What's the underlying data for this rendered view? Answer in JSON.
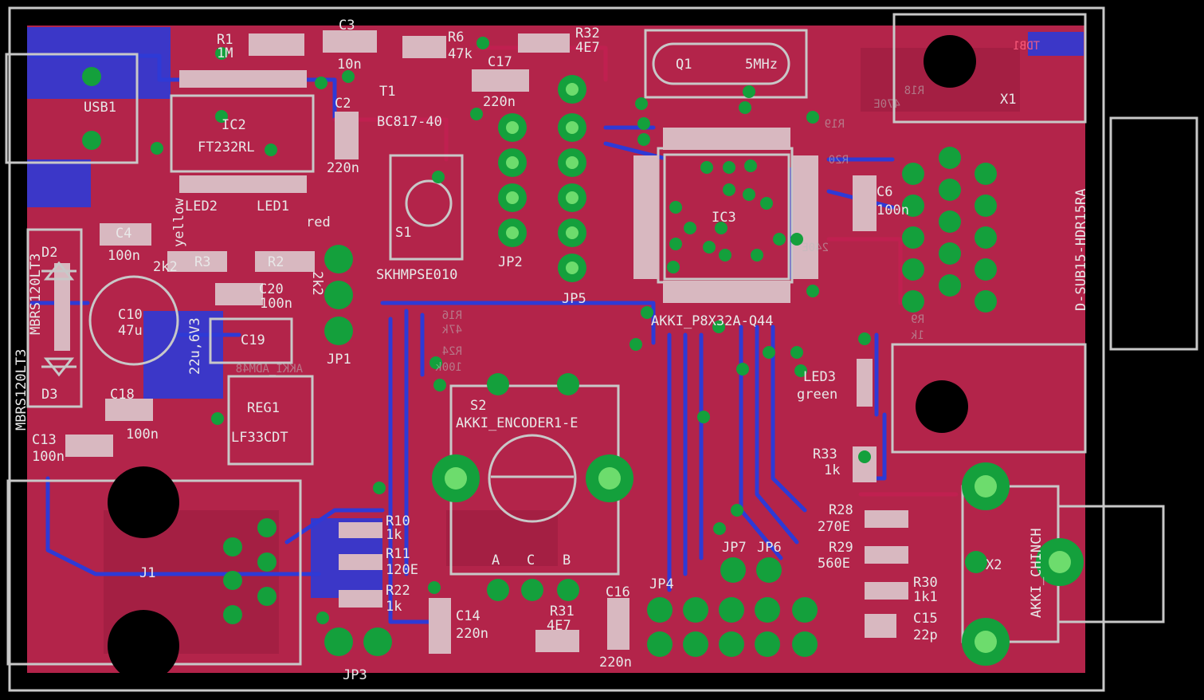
{
  "colors": {
    "background": "#000000",
    "copper_top": "#b3244a",
    "copper_bottom": "#2e3ad6",
    "pads": "#14a03c",
    "silkscreen": "#e0e0e0"
  },
  "labels": {
    "r1": "R1",
    "r1_val": "1M",
    "c3": "C3",
    "c3_val": "10n",
    "r6": "R6",
    "r6_val": "47k",
    "r32": "R32",
    "r32_val": "4E7",
    "c17": "C17",
    "c17_val": "220n",
    "q1": "Q1",
    "q1_val": "5MHz",
    "t1": "T1",
    "t1_val": "BC817-40",
    "c2": "C2",
    "c2_val": "220n",
    "usb1": "USB1",
    "ic2": "IC2",
    "ic2_val": "FT232RL",
    "led2": "LED2",
    "led2_val": "yellow",
    "led1": "LED1",
    "led1_val": "red",
    "c4": "C4",
    "c4_val": "100n",
    "r3": "R3",
    "r3_val": "2k2",
    "r2": "R2",
    "r2_val": "2k2",
    "d2": "D2",
    "d3": "D3",
    "mbrs_a": "MBRS120LT3",
    "mbrs_b": "MBRS120LT3",
    "c10": "C10",
    "c10_val": "47u",
    "c10_rating": "22u,6V3",
    "c20": "C20",
    "c20_val": "100n",
    "c19": "C19",
    "c18": "C18",
    "c18_val": "100n",
    "c13": "C13",
    "c13_val": "100n",
    "reg1": "REG1",
    "reg1_val": "LF33CDT",
    "s1": "S1",
    "s1_val": "SKHMPSE010",
    "jp1": "JP1",
    "jp2": "JP2",
    "jp3": "JP3",
    "jp4": "JP4",
    "jp5": "JP5",
    "jp6": "JP6",
    "jp7": "JP7",
    "ic3": "IC3",
    "ic3_val": "AKKI_P8X32A-Q44",
    "c6": "C6",
    "c6_val": "100n",
    "x1": "X1",
    "x1_val": "D-SUB15-HDR15RA",
    "x2": "X2",
    "x2_val": "AKKI_CHINCH",
    "led3": "LED3",
    "led3_val": "green",
    "r33": "R33",
    "r33_val": "1k",
    "s2": "S2",
    "s2_val": "AKKI_ENCODER1-E",
    "enc_a": "A",
    "enc_c": "C",
    "enc_b": "B",
    "r10": "R10",
    "r10_val": "1k",
    "r11": "R11",
    "r11_val": "120E",
    "r22": "R22",
    "r22_val": "1k",
    "c14": "C14",
    "c14_val": "220n",
    "r31": "R31",
    "r31_val": "4E7",
    "c16": "C16",
    "c16_val": "220n",
    "r28": "R28",
    "r28_val": "270E",
    "r29": "R29",
    "r29_val": "560E",
    "r30": "R30",
    "r30_val": "1k1",
    "c15": "C15",
    "c15_val": "22p",
    "j1": "J1",
    "r18": "R18",
    "r19": "R19",
    "r20": "R20",
    "r9": "R9",
    "r9_val": "1k",
    "r16": "R16",
    "r16_val": "47k",
    "r24": "R24",
    "r24_val": "100k",
    "bottom_ref_a": "AKKI_ADM48",
    "bottom_ref_b": "240E",
    "bottom_ref_c": "470E",
    "tdb": "TDB1"
  }
}
